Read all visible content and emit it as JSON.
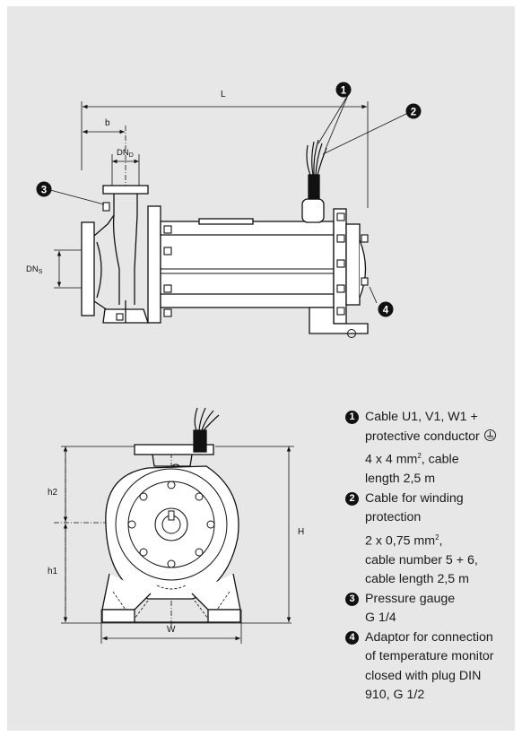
{
  "dimensions": {
    "length": "L",
    "inlet_offset": "b",
    "discharge_nominal": "DN",
    "discharge_subscript": "D",
    "suction_nominal": "DN",
    "suction_subscript": "S",
    "height_upper": "h2",
    "height_lower": "h1",
    "height_total": "H",
    "width": "W"
  },
  "callouts": [
    "1",
    "2",
    "3",
    "4"
  ],
  "legend": [
    {
      "num": "1",
      "lines": [
        "Cable U1, V1, W1 +",
        "protective conductor",
        "4 x 4 mm",
        "length 2,5 m"
      ]
    },
    {
      "num": "2",
      "lines": [
        "Cable for winding",
        "protection",
        "2 x 0,75 mm",
        "cable number 5 + 6,",
        "cable length 2,5 m"
      ]
    },
    {
      "num": "3",
      "lines": [
        "Pressure gauge",
        "G 1/4"
      ]
    },
    {
      "num": "4",
      "lines": [
        "Adaptor for connection",
        "of temperature monitor",
        "closed with plug DIN",
        "910, G 1/2"
      ]
    }
  ],
  "legend_extra": {
    "item1_line3_tail": ", cable",
    "squared": "2",
    "item2_line3_tail": ","
  },
  "icons": [
    "earth-ground-icon"
  ],
  "colors": {
    "panel_bg": "#e7e7e8",
    "line": "#111111"
  }
}
